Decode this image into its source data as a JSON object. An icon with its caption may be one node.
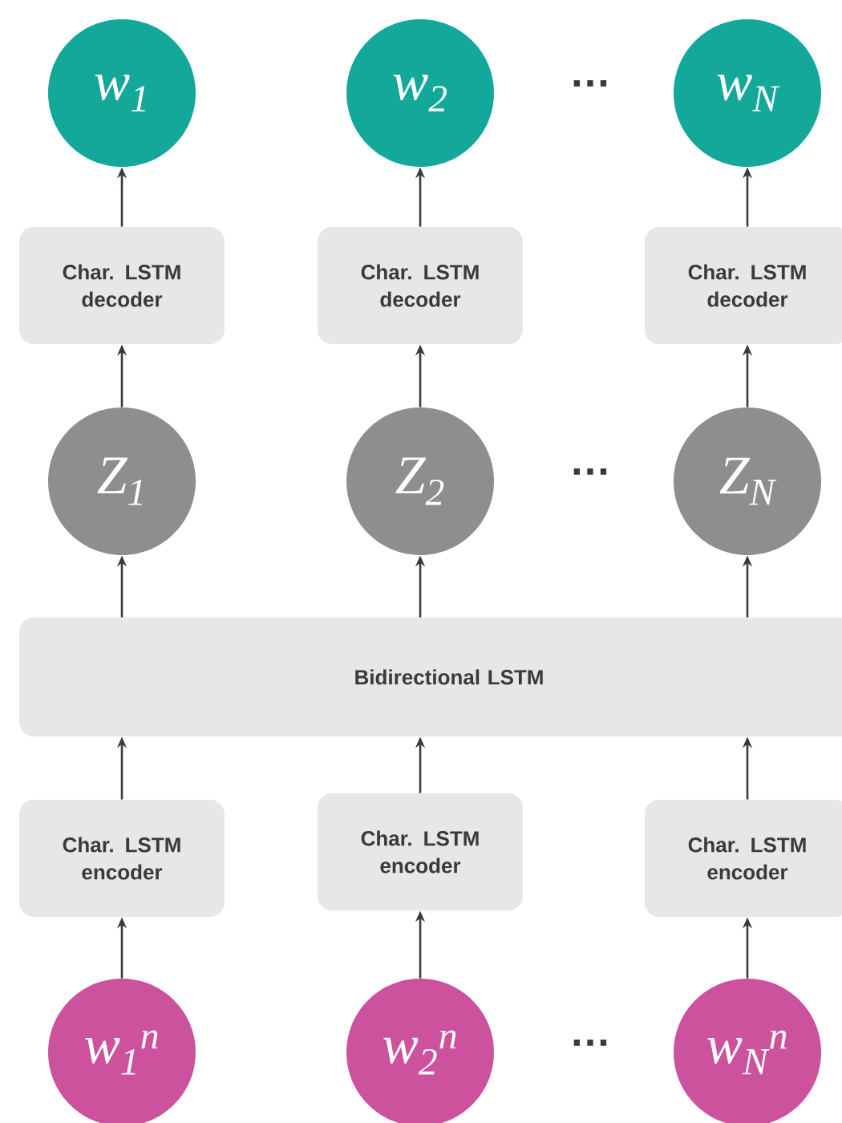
{
  "diagram": {
    "nodes": [
      {
        "text": [
          "w$_{1}$"
        ]
      },
      {
        "text": [
          "w$_{2}$"
        ]
      },
      {
        "text": [
          "w$_{N}$"
        ]
      },
      {
        "text": [
          "Char. LSTM decoder"
        ]
      },
      {
        "text": [
          "Char. LSTM decoder"
        ]
      },
      {
        "text": [
          "Char. LSTM decoder"
        ]
      },
      {
        "text": [
          "Z$_{1}$"
        ]
      },
      {
        "text": [
          "Z$_{2}$"
        ]
      },
      {
        "text": [
          "Z$_{N}$"
        ]
      },
      {
        "text": [
          "Bidirectional LSTM"
        ]
      },
      {
        "text": [
          "Char. LSTM encoder"
        ]
      },
      {
        "text": [
          "Char. LSTM encoder"
        ]
      },
      {
        "text": [
          "Char. LSTM encoder"
        ]
      },
      {
        "text": [
          "w$_{1}$$^{n}$"
        ]
      },
      {
        "text": [
          "w$_{2}$$^{n}$"
        ]
      },
      {
        "text": [
          "w$_{N}$$^{n}$"
        ]
      }
    ],
    "edges": [
      {
        "from": 3,
        "to": 0,
        "arrow": "to"
      },
      {
        "from": 4,
        "to": 1,
        "arrow": "to"
      },
      {
        "from": 5,
        "to": 2,
        "arrow": "to"
      },
      {
        "from": 6,
        "to": 3,
        "arrow": "to"
      },
      {
        "from": 7,
        "to": 4,
        "arrow": "to"
      },
      {
        "from": 8,
        "to": 5,
        "arrow": "to"
      },
      {
        "from": 9,
        "to": 6,
        "arrow": "to"
      },
      {
        "from": 9,
        "to": 7,
        "arrow": "to"
      },
      {
        "from": 9,
        "to": 8,
        "arrow": "to"
      },
      {
        "from": 10,
        "to": 9,
        "arrow": "to"
      },
      {
        "from": 11,
        "to": 9,
        "arrow": "to"
      },
      {
        "from": 12,
        "to": 9,
        "arrow": "to"
      },
      {
        "from": 13,
        "to": 10,
        "arrow": "to"
      },
      {
        "from": 14,
        "to": 11,
        "arrow": "to"
      },
      {
        "from": 15,
        "to": 12,
        "arrow": "to"
      }
    ],
    "labels": [
      "…",
      "…",
      "…"
    ]
  }
}
